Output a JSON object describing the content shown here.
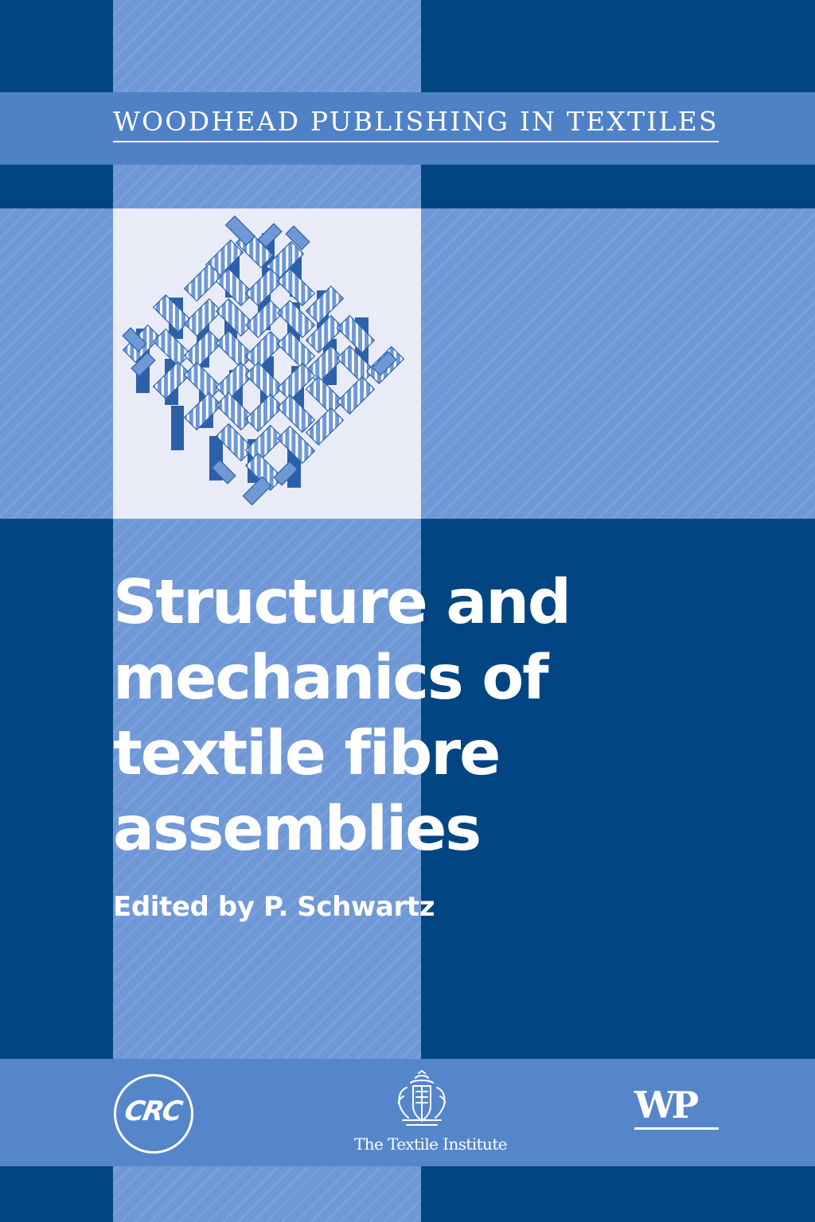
{
  "cover": {
    "series": "Woodhead Publishing in Textiles",
    "title_lines": [
      "Structure and",
      "mechanics of",
      "textile fibre",
      "assemblies"
    ],
    "editor": "Edited by P. Schwartz"
  },
  "logos": {
    "crc": {
      "icon": "crc-logo-icon",
      "label": "CRC"
    },
    "textile_institute": {
      "icon": "textile-institute-crest-icon",
      "label": "The Textile Institute"
    },
    "wp": {
      "icon": "wp-logo-icon",
      "label": "WP"
    }
  },
  "illustration": {
    "icon": "woven-fabric-illustration"
  },
  "colors": {
    "navy": "#014583",
    "band_blue": "#6f98d6",
    "series_band": "#4f81c7",
    "footer_band": "#5686ca",
    "image_panel": "#e9ebf7",
    "weave_dark": "#2c61aa",
    "weave_light": "#6f98d6",
    "white": "#ffffff"
  }
}
